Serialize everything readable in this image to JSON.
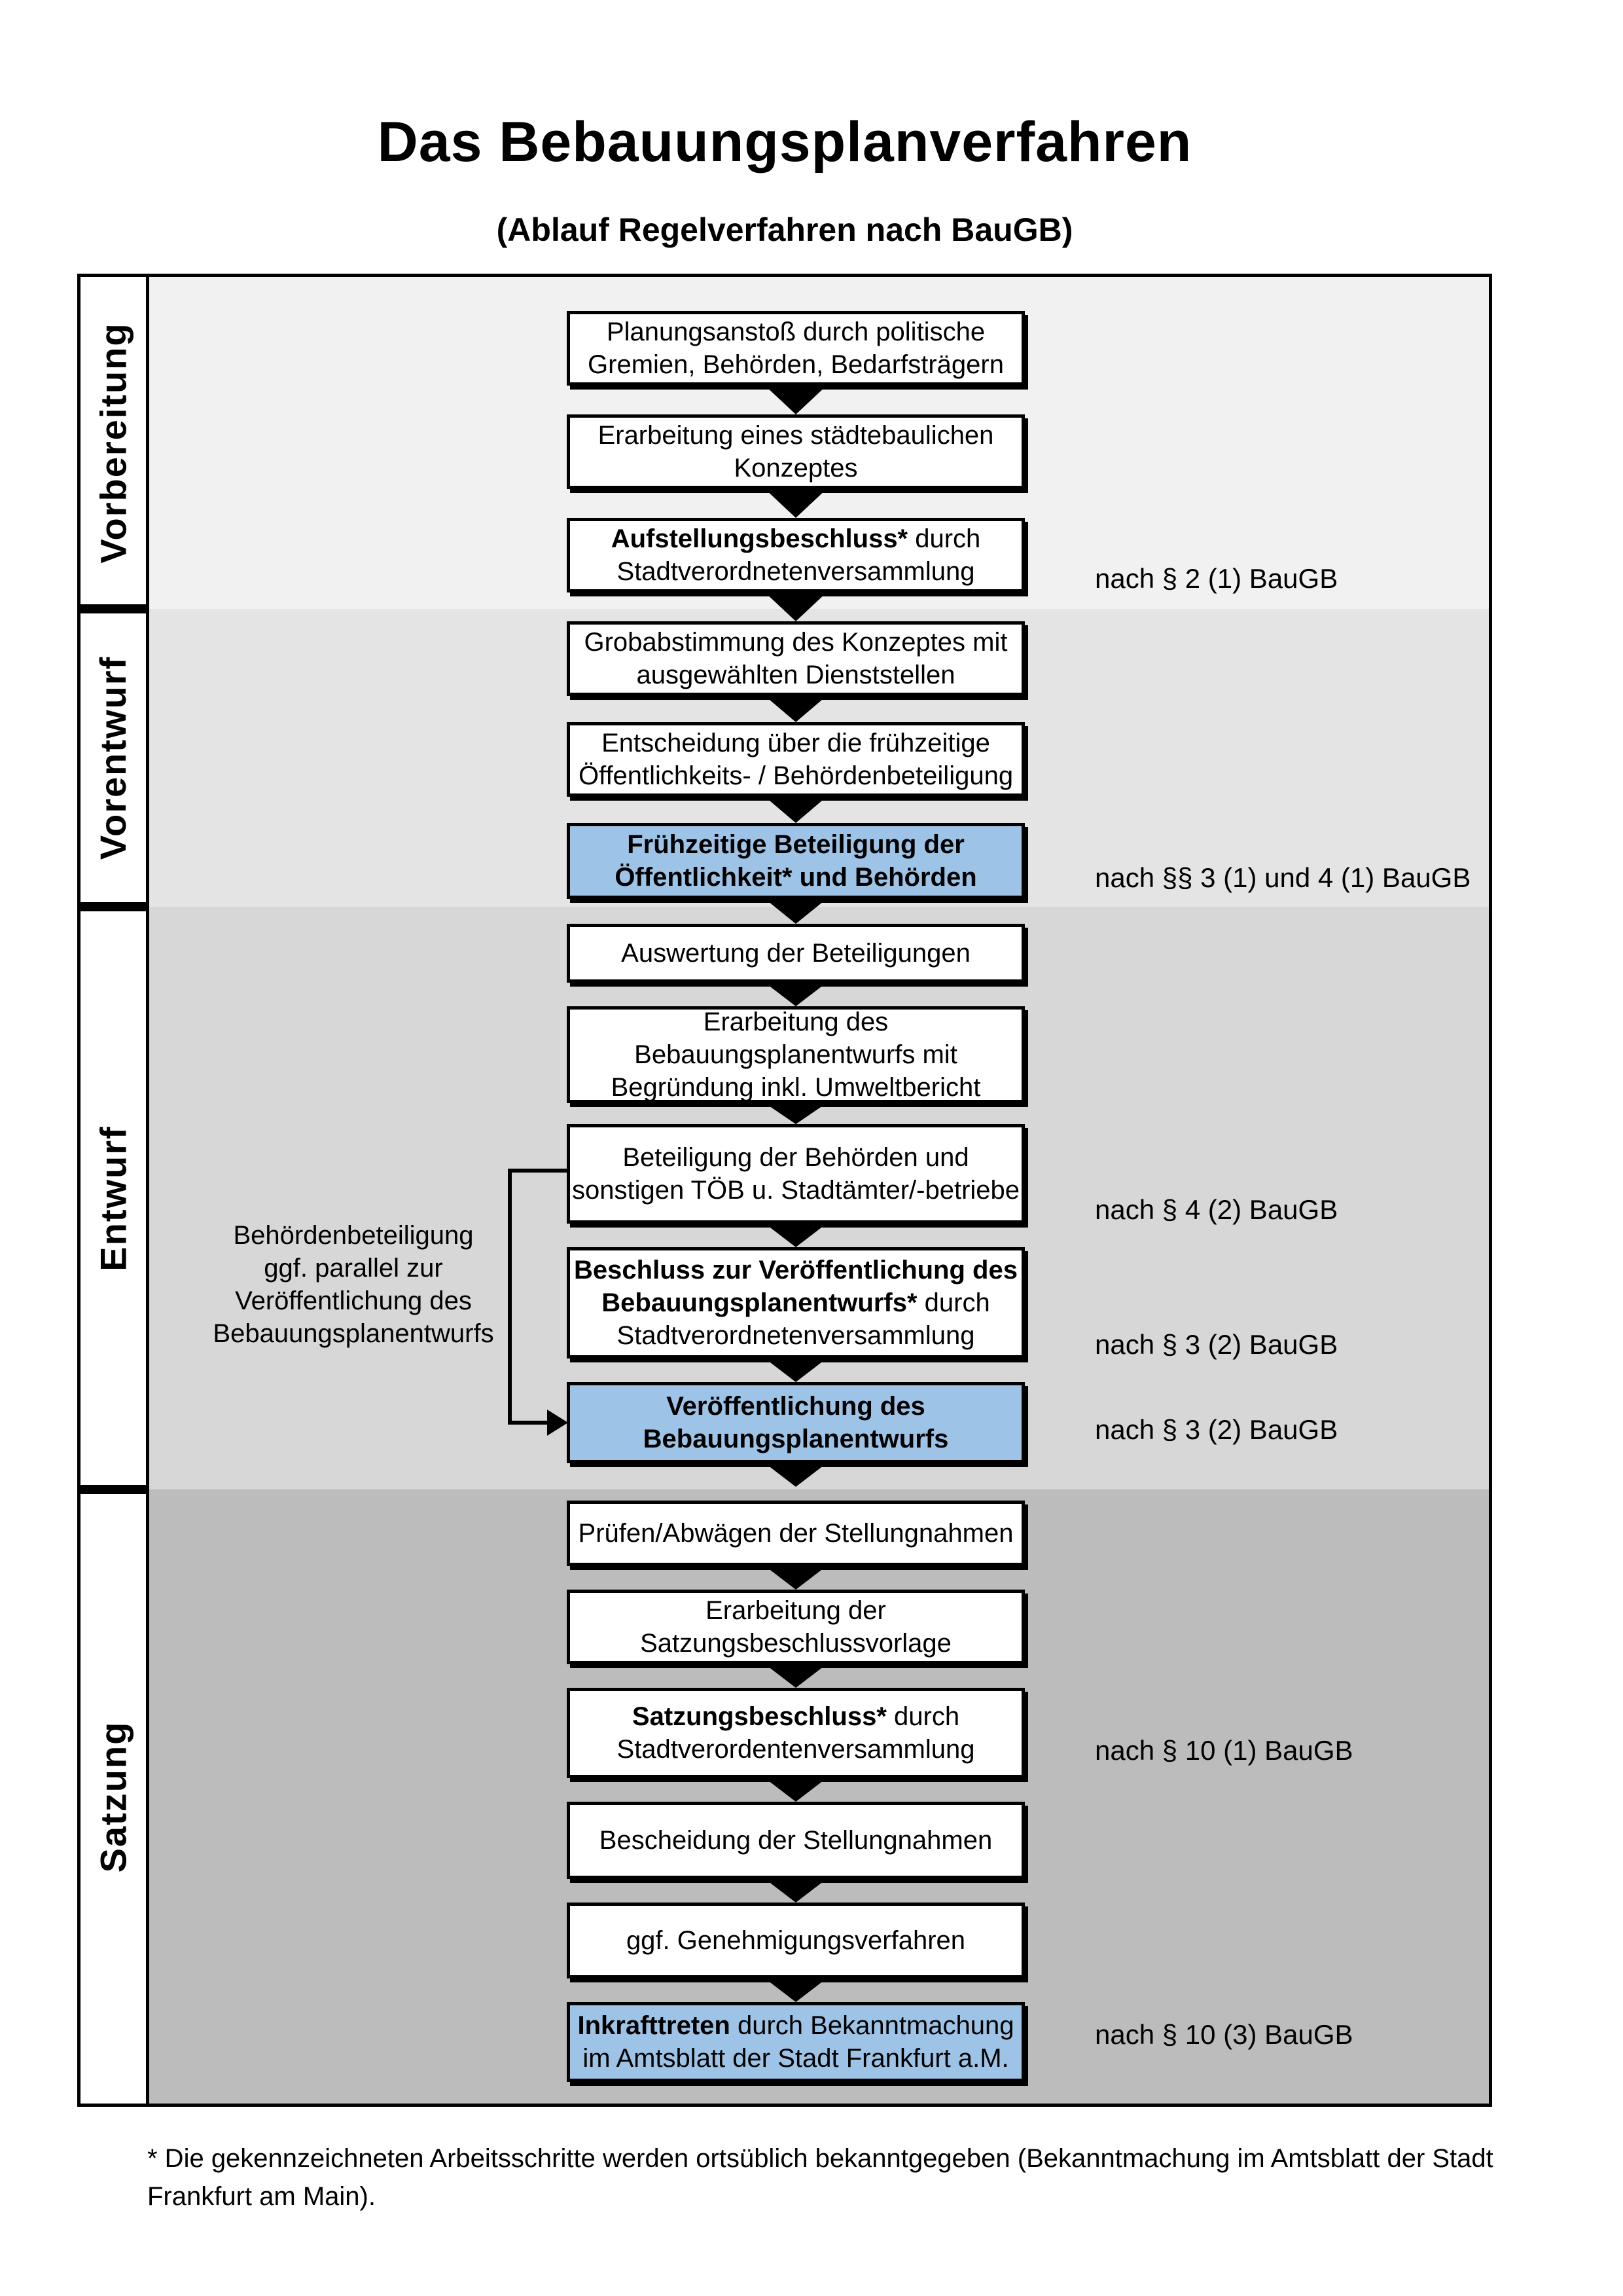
{
  "header": {
    "title": "Das Bebauungsplanverfahren",
    "subtitle": "(Ablauf Regelverfahren nach BauGB)"
  },
  "phases": [
    "Vorbereitung",
    "Vorentwurf",
    "Entwurf",
    "Satzung"
  ],
  "boxes": {
    "planungsanstoss": {
      "line1": "Planungsanstoß durch politische",
      "line2": "Gremien, Behörden, Bedarfsträgern"
    },
    "staedtebauliches_konzept": {
      "line1": "Erarbeitung eines städtebaulichen",
      "line2": "Konzeptes"
    },
    "aufstellungsbeschluss": {
      "bold1": "Aufstellungsbeschluss*",
      "rest1": " durch",
      "line2": "Stadtverordnetenversammlung"
    },
    "grobabstimmung": {
      "line1": "Grobabstimmung des Konzeptes mit",
      "line2": "ausgewählten Dienststellen"
    },
    "entscheidung": {
      "line1": "Entscheidung über die frühzeitige",
      "line2": "Öffentlichkeits- / Behördenbeteiligung"
    },
    "fruehzeitige_beteiligung": {
      "line1": "Frühzeitige Beteiligung der",
      "line2": "Öffentlichkeit* und Behörden"
    },
    "auswertung": {
      "line1": "Auswertung der Beteiligungen"
    },
    "erarbeitung_entwurf": {
      "line1": "Erarbeitung des",
      "line2": "Bebauungsplanentwurfs mit",
      "line3": "Begründung inkl. Umweltbericht"
    },
    "beteiligung_behoerden": {
      "line1": "Beteiligung der Behörden und",
      "line2": "sonstigen TÖB u. Stadtämter/-betriebe"
    },
    "beschluss_veroeffentlichung": {
      "bold1": "Beschluss zur Veröffentlichung des",
      "bold2": "Bebauungsplanentwurfs*",
      "rest2": " durch",
      "line3": "Stadtverordnetenversammlung"
    },
    "veroeffentlichung": {
      "line1": "Veröffentlichung des",
      "line2": "Bebauungsplanentwurfs"
    },
    "pruefen_abwaegen": {
      "line1": "Prüfen/Abwägen der Stellungnahmen"
    },
    "satzungsbeschlussvorlage": {
      "line1": "Erarbeitung der",
      "line2": "Satzungsbeschlussvorlage"
    },
    "satzungsbeschluss": {
      "bold1": "Satzungsbeschluss*",
      "rest1": " durch",
      "line2": "Stadtverordentenversammlung"
    },
    "bescheidung": {
      "line1": "Bescheidung der Stellungnahmen"
    },
    "genehmigungsverfahren": {
      "line1": "ggf. Genehmigungsverfahren"
    },
    "inkrafttreten": {
      "bold1": "Inkrafttreten",
      "rest1": " durch Bekanntmachung",
      "line2": "im Amtsblatt der Stadt Frankfurt a.M."
    }
  },
  "side_note": {
    "line1": "Behördenbeteiligung",
    "line2": "ggf. parallel zur",
    "line3": "Veröffentlichung des",
    "line4": "Bebauungsplanentwurfs"
  },
  "legal_refs": {
    "aufstellungsbeschluss": "nach § 2 (1) BauGB",
    "fruehzeitige_beteiligung": "nach §§ 3 (1) und 4 (1) BauGB",
    "beteiligung_behoerden": "nach § 4 (2) BauGB",
    "beschluss_veroeffentlichung": "nach § 3 (2) BauGB",
    "veroeffentlichung": "nach § 3 (2) BauGB",
    "satzungsbeschluss": "nach § 10 (1) BauGB",
    "inkrafttreten": "nach § 10 (3) BauGB"
  },
  "footnote": {
    "line1": "* Die gekennzeichneten Arbeitsschritte werden ortsüblich bekanntgegeben (Bekanntmachung im Amtsblatt  der Stadt",
    "line2": "Frankfurt am Main)."
  },
  "colors": {
    "highlight_blue": "#9DC3E6",
    "section_vorbereitung": "#F1F1F1",
    "section_vorentwurf": "#E4E4E4",
    "section_entwurf": "#D7D7D7",
    "section_satzung": "#BCBCBC",
    "box_border": "#000000"
  }
}
